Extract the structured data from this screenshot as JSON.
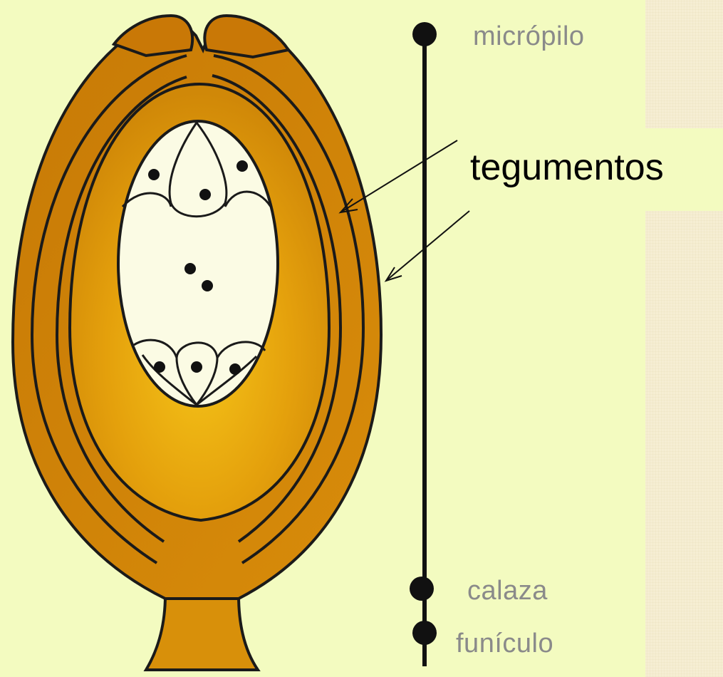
{
  "labels": {
    "micropilo": "micrópilo",
    "tegumentos": "tegumentos",
    "calaza": "calaza",
    "funiculo": "funículo"
  },
  "colors": {
    "panel": "#f3fbc0",
    "integument": "#d88a0a",
    "integument_light": "#f0c020",
    "embryo_sac": "#fbfbe4",
    "outline": "#1a1a1a"
  }
}
